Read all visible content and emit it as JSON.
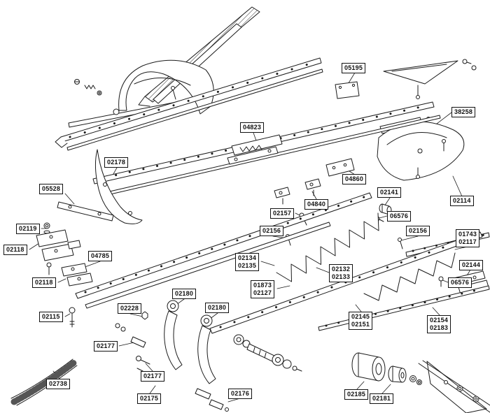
{
  "page": {
    "background": "#ffffff",
    "ink_color": "#1b1b1b",
    "label_border": "#111111",
    "label_background": "#ffffff"
  },
  "labels": [
    {
      "text": "05195"
    },
    {
      "text": "38258"
    },
    {
      "text": "04823"
    },
    {
      "text": "02178"
    },
    {
      "text": "04860"
    },
    {
      "text": "05528"
    },
    {
      "text": "02141"
    },
    {
      "text": "02114"
    },
    {
      "text": "04840"
    },
    {
      "text": "02157"
    },
    {
      "text": "06576"
    },
    {
      "text": "02119"
    },
    {
      "text": "02156"
    },
    {
      "text": "02156"
    },
    {
      "text": "01743\n02117"
    },
    {
      "text": "02118"
    },
    {
      "text": "04785"
    },
    {
      "text": "02134\n02135"
    },
    {
      "text": "02144"
    },
    {
      "text": "02132\n02133"
    },
    {
      "text": "02118"
    },
    {
      "text": "06576"
    },
    {
      "text": "01873\n02127"
    },
    {
      "text": "02180"
    },
    {
      "text": "02180"
    },
    {
      "text": "02228"
    },
    {
      "text": "02115"
    },
    {
      "text": "02145\n02151"
    },
    {
      "text": "02154\n02183"
    },
    {
      "text": "02177"
    },
    {
      "text": "02177"
    },
    {
      "text": "02738"
    },
    {
      "text": "02176"
    },
    {
      "text": "02175"
    },
    {
      "text": "02185"
    },
    {
      "text": "02181"
    }
  ]
}
